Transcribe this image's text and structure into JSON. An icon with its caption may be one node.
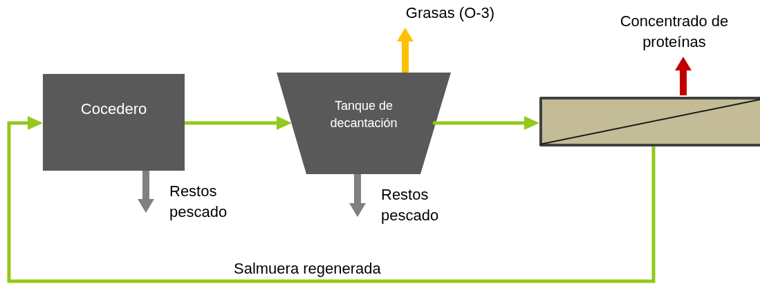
{
  "diagram": {
    "nodes": [
      {
        "text": [
          "Cocedero"
        ]
      },
      {
        "text": [
          "Tanque de decantación"
        ]
      },
      {
        "text": [],
        "shape": "box"
      },
      {
        "text": [
          "Grasas (O-3)"
        ]
      },
      {
        "text": [
          "Concentrado de proteínas"
        ]
      }
    ],
    "edges": [
      {
        "from": 0,
        "to": 1,
        "arrow": "to"
      },
      {
        "from": 1,
        "to": 2,
        "arrow": "to"
      },
      {
        "from": 2,
        "to": 0,
        "arrow": "to",
        "label": "Salmuera regenerada"
      },
      {
        "from": 1,
        "to": 3,
        "arrow": "to",
        "color": "#ffc000"
      },
      {
        "from": 2,
        "to": 4,
        "arrow": "to",
        "color": "#c00000"
      },
      {
        "from": 0,
        "to": null,
        "arrow": "to",
        "color": "#808080"
      },
      {
        "from": 1,
        "to": null,
        "arrow": "to",
        "color": "#808080"
      }
    ],
    "labels": [
      "Restos pescado",
      "Restos pescado"
    ]
  }
}
